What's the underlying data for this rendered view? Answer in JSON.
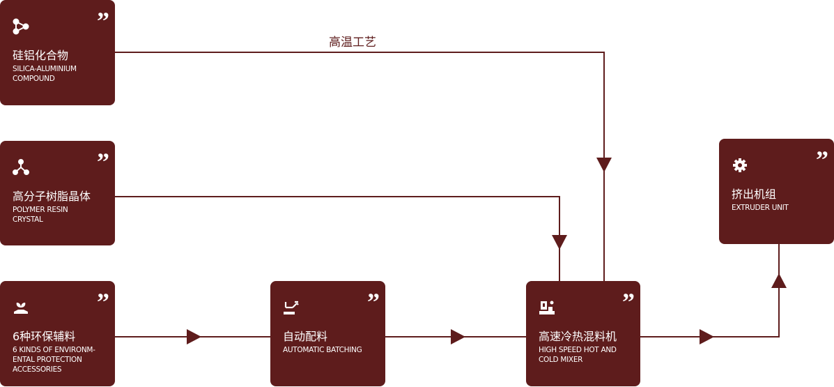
{
  "process_label": "高温工艺",
  "nodes": [
    {
      "cn": "硅铝化合物",
      "en": "SILICA-ALUMINIUM COMPOUND",
      "icon": "share-nodes-icon"
    },
    {
      "cn": "高分子树脂晶体",
      "en": "POLYMER RESIN CRYSTAL",
      "icon": "molecule-icon"
    },
    {
      "cn": "6种环保辅料",
      "en": "6 KINDS OF ENVIRONM-ENTAL PROTECTION ACCESSORIES",
      "icon": "plant-hand-icon"
    },
    {
      "cn": "自动配料",
      "en": "AUTOMATIC BATCHING",
      "icon": "robot-arm-icon"
    },
    {
      "cn": "高速冷热混料机",
      "en": "HIGH SPEED HOT AND COLD MIXER",
      "icon": "mixer-machine-icon"
    },
    {
      "cn": "挤出机组",
      "en": "EXTRUDER UNIT",
      "icon": "gear-icon"
    }
  ],
  "quote_mark": "”",
  "colors": {
    "brand": "#5e1c1c"
  }
}
